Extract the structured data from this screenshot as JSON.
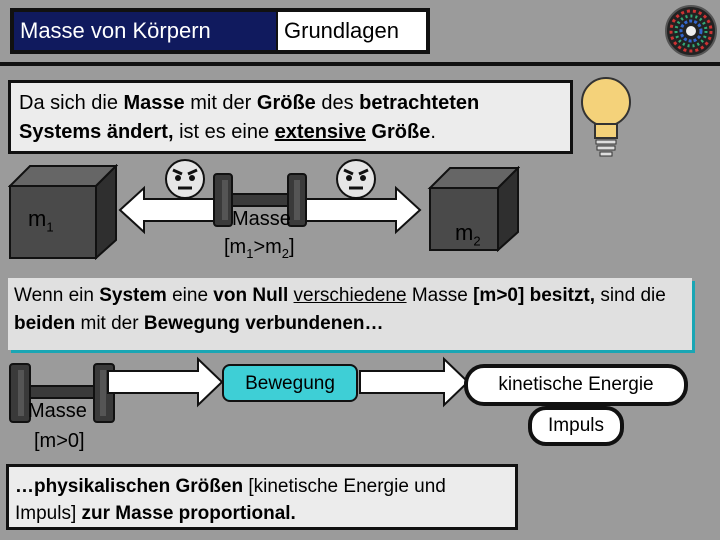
{
  "header": {
    "title_left": "Masse von Körpern",
    "title_right": "Grundlagen"
  },
  "intro": {
    "t1": "Da sich die ",
    "b1": "Masse",
    "t2": " mit der ",
    "b2": "Größe",
    "t3": " des ",
    "b3": "betrachteten Systems ändert,",
    "t4": " ist es eine ",
    "b4": "extensive",
    "t5": " ",
    "b5": "Größe",
    "t6": "."
  },
  "row1": {
    "m1_base": "m",
    "m1_sub": "1",
    "m2_base": "m",
    "m2_sub": "2",
    "mass_label": "Masse",
    "cmp_open": "[m",
    "cmp_sub1": "1",
    "cmp_mid": ">m",
    "cmp_sub2": "2",
    "cmp_close": "]"
  },
  "mid": {
    "t1": "Wenn ein ",
    "b1": "System",
    "t2": " eine ",
    "b2": "von Null",
    "t3": " ",
    "b3": "verschiedene",
    "t4": " Masse ",
    "b4": "[m>0] besitzt,",
    "t5": " sind die ",
    "b5": "beiden",
    "t6": " mit der ",
    "b6": "Bewegung verbundenen…"
  },
  "row2": {
    "mass_label": "Masse",
    "mass_cond": "[m>0]",
    "motion": "Bewegung",
    "kinetic": "kinetische Energie",
    "momentum": "Impuls"
  },
  "bottom": {
    "b1": "…physikalischen Größen",
    "t1": " [kinetische Energie und Impuls] ",
    "b2": "zur Masse proportional."
  },
  "colors": {
    "title_bg": "#101a5e",
    "accent_cyan": "#3ecfd6",
    "background": "#9b9b9b"
  }
}
